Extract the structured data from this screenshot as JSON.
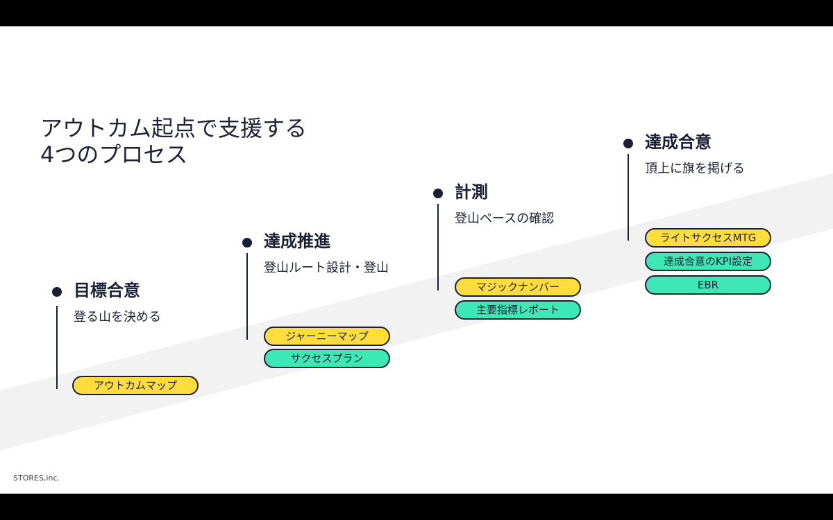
{
  "title": {
    "line1": "アウトカム起点で支援する",
    "line2": "4つのプロセス"
  },
  "steps": [
    {
      "heading": "目標合意",
      "subtitle": "登る山を決める",
      "tags": [
        {
          "label": "アウトカムマップ",
          "color": "yellow"
        }
      ]
    },
    {
      "heading": "達成推進",
      "subtitle": "登山ルート設計・登山",
      "tags": [
        {
          "label": "ジャーニーマップ",
          "color": "yellow"
        },
        {
          "label": "サクセスプラン",
          "color": "green"
        }
      ]
    },
    {
      "heading": "計測",
      "subtitle": "登山ペースの確認",
      "tags": [
        {
          "label": "マジックナンバー",
          "color": "yellow"
        },
        {
          "label": "主要指標レポート",
          "color": "green"
        }
      ]
    },
    {
      "heading": "達成合意",
      "subtitle": "頂上に旗を掲げる",
      "tags": [
        {
          "label": "ライトサクセスMTG",
          "color": "yellow"
        },
        {
          "label": "達成合意のKPI設定",
          "color": "green"
        },
        {
          "label": "EBR",
          "color": "green"
        }
      ]
    }
  ],
  "footer": "STORES,inc.",
  "colors": {
    "navy": "#1a1f36",
    "yellow": "#ffdd3c",
    "green": "#3ee8b5",
    "band": "#f2f2f2"
  }
}
